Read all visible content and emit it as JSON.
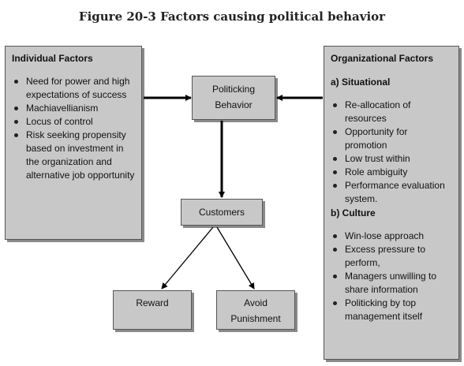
{
  "title": "Figure 20-3 Factors causing political behavior",
  "individual": {
    "heading": "Individual Factors",
    "items": [
      "Need for power and high expectations of success",
      "Machiavellianism",
      "Locus of control",
      "Risk seeking propensity based on investment in the organization and alternative job opportunity"
    ]
  },
  "politicking": {
    "line1": "Politicking",
    "line2": "Behavior"
  },
  "customers": {
    "label": "Customers"
  },
  "reward": {
    "label": "Reward"
  },
  "avoid": {
    "line1": "Avoid",
    "line2": "Punishment"
  },
  "organizational": {
    "heading": "Organizational Factors",
    "situational": {
      "heading": "a) Situational",
      "items": [
        "Re-allocation of resources",
        "Opportunity for promotion",
        "Low trust within",
        "Role ambiguity",
        "Performance evaluation system."
      ]
    },
    "culture": {
      "heading": "b) Culture",
      "items": [
        "Win-lose approach",
        "Excess pressure to perform,",
        "Managers unwilling to share information",
        "Politicking by top management itself"
      ]
    }
  }
}
